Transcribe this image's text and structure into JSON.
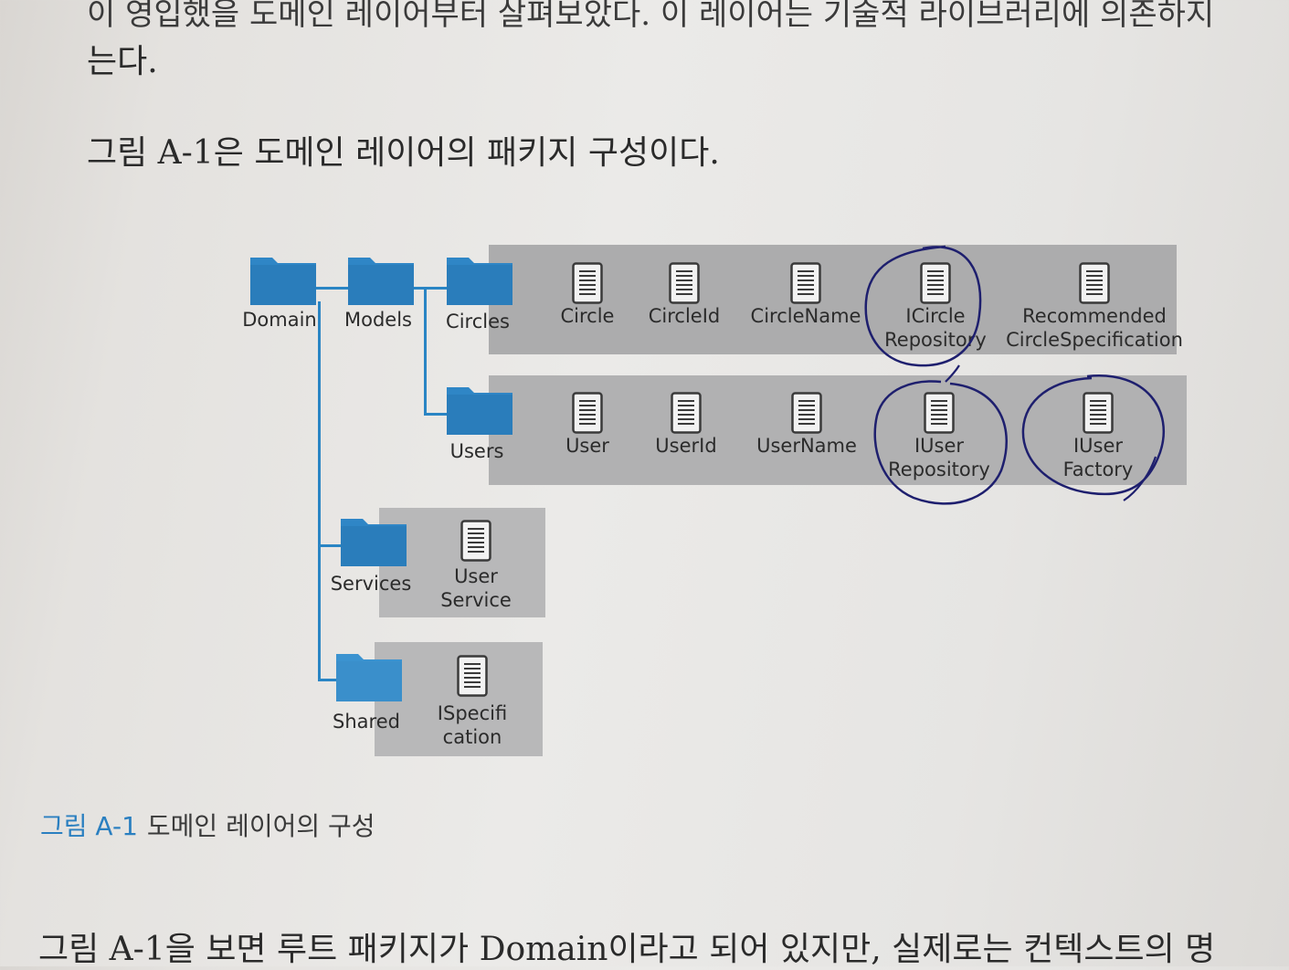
{
  "page": {
    "top_text": "이 영입했을 도메인 레이어부터 살펴보았다. 이 레이어는 기술적 라이브러리에 의존하지",
    "top_text_end": "는다.",
    "intro": "그림 A-1은 도메인 레이어의 패키지 구성이다.",
    "bottom_text": "그림 A-1을 보면 루트 패키지가 Domain이라고 되어 있지만, 실제로는 컨텍스트의 명"
  },
  "figure": {
    "caption_label": "그림 A-1",
    "caption_text": "도메인 레이어의 구성",
    "folders": {
      "domain": "Domain",
      "models": "Models",
      "circles": "Circles",
      "users": "Users",
      "services": "Services",
      "shared": "Shared"
    },
    "circles_files": [
      "Circle",
      "CircleId",
      "CircleName",
      "ICircle\nRepository",
      "Recommended\nCircleSpecification"
    ],
    "users_files": [
      "User",
      "UserId",
      "UserName",
      "IUser\nRepository",
      "IUser\nFactory"
    ],
    "services_files": [
      "User\nService"
    ],
    "shared_files": [
      "ISpecifi\ncation"
    ]
  },
  "colors": {
    "folder_blue": "#2f86c6",
    "line_blue": "#2a85c4",
    "band_gray": "#b1b1b2",
    "caption_blue": "#2a7fc0",
    "pen_ink": "#1e1f6e"
  },
  "icons": {
    "folder": "folder-icon",
    "file": "document-icon"
  },
  "annotations": "handwritten circles around ICircle Repository, IUser Repository and IUser Factory"
}
